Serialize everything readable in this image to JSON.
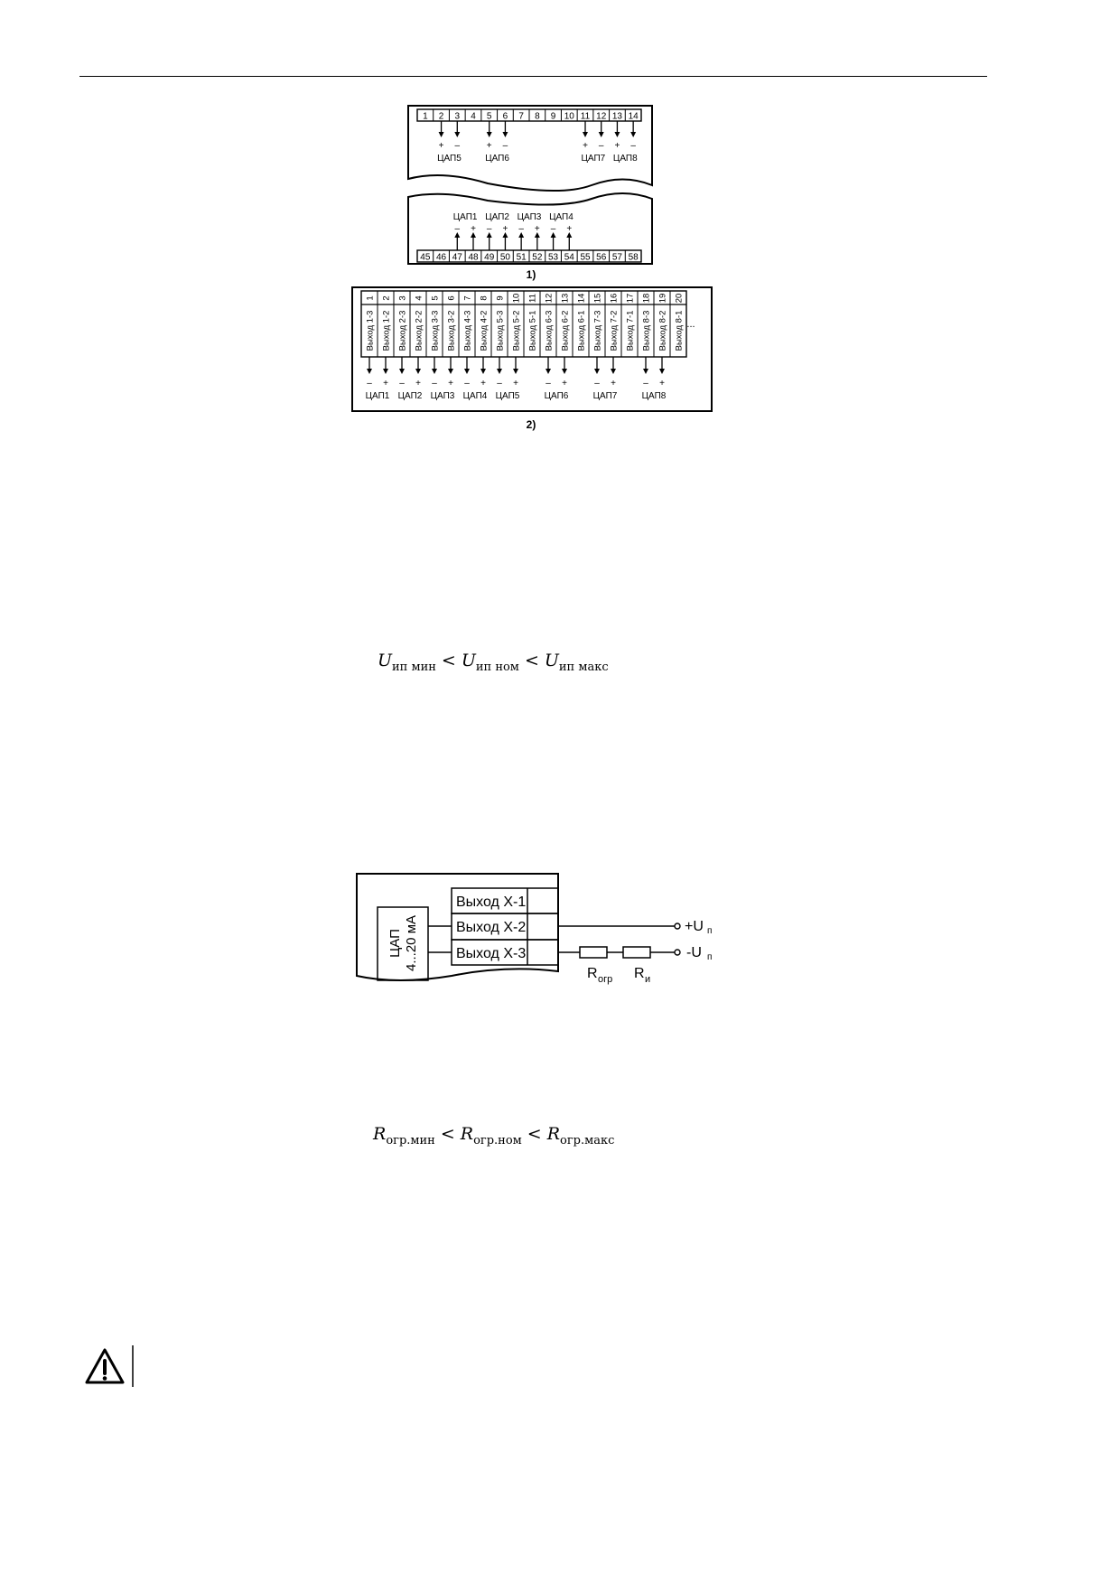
{
  "fig1": {
    "top_terminals": [
      "1",
      "2",
      "3",
      "4",
      "5",
      "6",
      "7",
      "8",
      "9",
      "10",
      "11",
      "12",
      "13",
      "14"
    ],
    "top_dacs": [
      {
        "label": "ЦАП5",
        "pos": "+",
        "neg": "–"
      },
      {
        "label": "ЦАП6",
        "pos": "+",
        "neg": "–"
      },
      {
        "label": "ЦАП7",
        "pos": "+",
        "neg": "–"
      },
      {
        "label": "ЦАП8",
        "pos": "+",
        "neg": "–"
      }
    ],
    "bottom_terminals": [
      "45",
      "46",
      "47",
      "48",
      "49",
      "50",
      "51",
      "52",
      "53",
      "54",
      "55",
      "56",
      "57",
      "58"
    ],
    "bottom_dacs": [
      {
        "label": "ЦАП1",
        "neg": "–",
        "pos": "+"
      },
      {
        "label": "ЦАП2",
        "neg": "–",
        "pos": "+"
      },
      {
        "label": "ЦАП3",
        "neg": "–",
        "pos": "+"
      },
      {
        "label": "ЦАП4",
        "neg": "–",
        "pos": "+"
      }
    ],
    "caption": "1)"
  },
  "fig2": {
    "terminals": [
      "1",
      "2",
      "3",
      "4",
      "5",
      "6",
      "7",
      "8",
      "9",
      "10",
      "11",
      "12",
      "13",
      "14",
      "15",
      "16",
      "17",
      "18",
      "19",
      "20"
    ],
    "outputs": [
      "Выход 1-3",
      "Выход 1-2",
      "Выход 2-3",
      "Выход 2-2",
      "Выход 3-3",
      "Выход 3-2",
      "Выход 4-3",
      "Выход 4-2",
      "Выход 5-3",
      "Выход 5-2",
      "Выход 5-1",
      "Выход 6-3",
      "Выход 6-2",
      "Выход 6-1",
      "Выход 7-3",
      "Выход 7-2",
      "Выход 7-1",
      "Выход 8-3",
      "Выход 8-2",
      "Выход 8-1"
    ],
    "ellipsis": "...",
    "dacs": [
      "ЦАП1",
      "ЦАП2",
      "ЦАП3",
      "ЦАП4",
      "ЦАП5",
      "ЦАП6",
      "ЦАП7",
      "ЦАП8"
    ],
    "minus": "–",
    "plus": "+",
    "caption": "2)"
  },
  "formula1": {
    "var": "U",
    "sub_min": "ип мин",
    "sub_nom": "ип ном",
    "sub_max": "ип макс",
    "op": "<"
  },
  "fig3": {
    "dac_label_1": "ЦАП",
    "dac_label_2": "4...20 мА",
    "out1": "Выход X-1",
    "out2": "Выход X-2",
    "out3": "Выход X-3",
    "plus_u": "+U",
    "minus_u": "-U",
    "u_sub": "п",
    "r_limit": "R",
    "r_limit_sub": "огр",
    "r_meas": "R",
    "r_meas_sub": "и"
  },
  "formula2": {
    "var": "R",
    "sub_min": "огр.мин",
    "sub_nom": "огр.ном",
    "sub_max": "огр.макс",
    "op": "<"
  },
  "warning_icon": "warning-triangle-icon"
}
